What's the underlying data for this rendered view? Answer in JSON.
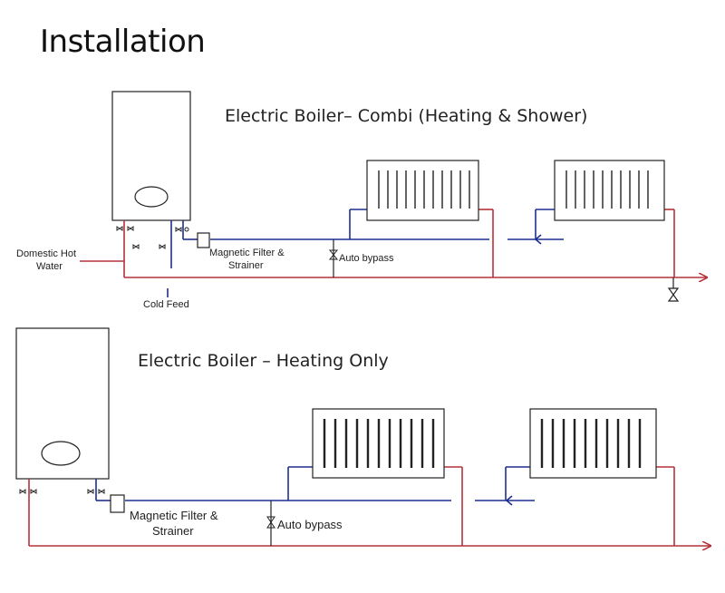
{
  "page": {
    "title": "Installation"
  },
  "combi": {
    "heading": "Electric Boiler– Combi (Heating & Shower)",
    "labels": {
      "domestic_hot_water_line1": "Domestic Hot",
      "domestic_hot_water_line2": "Water",
      "filter_line1": "Magnetic Filter &",
      "filter_line2": "Strainer",
      "auto_bypass": "Auto bypass",
      "cold_feed": "Cold Feed"
    }
  },
  "heating_only": {
    "heading": "Electric Boiler – Heating Only",
    "labels": {
      "filter_line1": "Magnetic Filter &",
      "filter_line2": "Strainer",
      "auto_bypass": "Auto bypass"
    }
  },
  "colors": {
    "flow_pipe": "#b5323a",
    "return_pipe": "#1f2f8f",
    "outline": "#222222"
  }
}
